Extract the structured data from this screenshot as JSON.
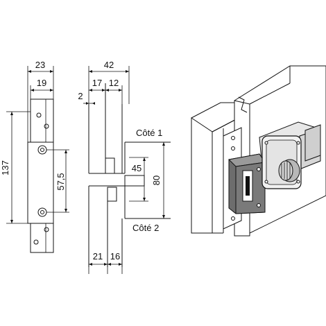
{
  "dimensions": {
    "front_width": "23",
    "front_inner_width": "19",
    "total_height": "137",
    "hole_spacing": "57,5",
    "side_depth": "42",
    "plate_offset": "2",
    "depth_a": "17",
    "depth_b": "12",
    "bolt_height": "45",
    "case_height": "80",
    "base_a": "21",
    "base_b": "16"
  },
  "labels": {
    "side_1": "Côté 1",
    "side_2": "Côté 2"
  },
  "colors": {
    "lock_case": "#6d6d6d",
    "lock_case_light": "#9a9a9a",
    "cylinder": "#b8b8b8",
    "door": "#ffffff"
  }
}
